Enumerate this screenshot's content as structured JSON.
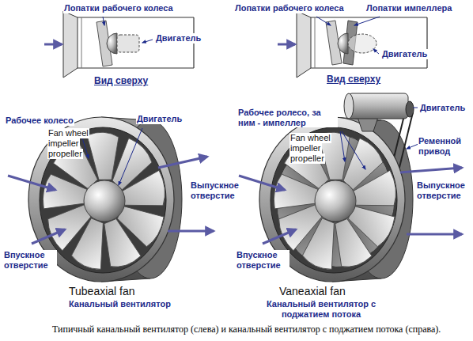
{
  "diagram": {
    "caption": "Типичный канальный вентилятор (слева) и канальный вентилятор с поджатием потока (справа).",
    "labels": [
      "Лопатки рабочего колеса",
      "Лопатки рабочего колеса",
      "Лопатки импеллера",
      "Двигатель",
      "Двигатель",
      "Вид сверху",
      "Вид сверху",
      "Рабочее колесо",
      "Fan wheel",
      "impeller",
      "propeller",
      "Двигатель",
      "Выпускное отверстие",
      "Впускное отверстие",
      "Tubeaxial fan",
      "Канальный вентилятор",
      "Рабочее ролесо, за ним - импеллер",
      "Fan wheel",
      "impeller",
      "propeller",
      "Двигатель",
      "Ременной привод",
      "Выпускное отверстие",
      "Впускное отверстие",
      "Vaneaxial fan",
      "Канальный вентилятор с поджатием потока"
    ]
  }
}
